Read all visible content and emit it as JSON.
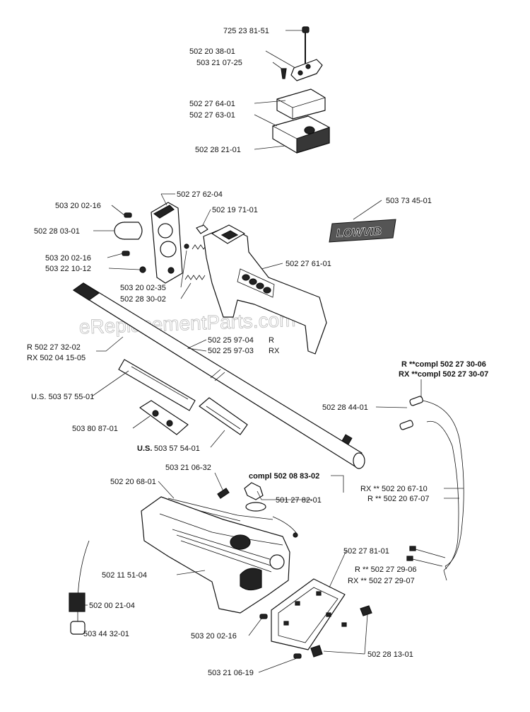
{
  "watermark": "eReplacementParts.com",
  "logo_text": "LOWVIB",
  "labels": {
    "p725238151": "725 23 81-51",
    "p502203801": "502 20 38-01",
    "p503210725": "503 21 07-25",
    "p502276401": "502 27 64-01",
    "p502276301": "502 27 63-01",
    "p502282101": "502 28 21-01",
    "p502276204": "502 27 62-04",
    "p503200216a": "503 20 02-16",
    "p502197101": "502 19 71-01",
    "p503734501": "503 73 45-01",
    "p502280301": "502 28 03-01",
    "p503200216b": "503 20 02-16",
    "p503221012": "503 22 10-12",
    "p502276101": "502 27 61-01",
    "p503200235": "503 20 02-35",
    "p502283002": "502 28 30-02",
    "shaft_r": "R 502 27 32-02",
    "shaft_rx": "RX 502 04 15-05",
    "p502259704": "502 25 97-04",
    "p502259703": "502 25 97-03",
    "suffix_r": "R",
    "suffix_rx": "RX",
    "us503575501": "U.S. 503 57 55-01",
    "compl_r": "R **compl 502 27 30-06",
    "compl_rx": "RX **compl 502 27 30-07",
    "p502284401": "502 28 44-01",
    "p503808701": "503 80 87-01",
    "us503575401_prefix": "U.S.",
    "us503575401_num": "503 57 54-01",
    "p503210632": "503 21 06-32",
    "compl502088302": "compl 502 08 83-02",
    "p502206801": "502 20 68-01",
    "p501278201": "501 27 82-01",
    "rx502206710": "RX ** 502 20 67-10",
    "r502206707": "R ** 502 20 67-07",
    "p502278101": "502 27 81-01",
    "p502115104": "502 11 51-04",
    "r502272906": "R ** 502 27 29-06",
    "rx502272907": "RX ** 502 27 29-07",
    "p502002104": "502 00 21-04",
    "p503443201": "503 44 32-01",
    "p503200216c": "503 20 02-16",
    "p502281301": "502 28 13-01",
    "p503210619": "503 21 06-19"
  }
}
